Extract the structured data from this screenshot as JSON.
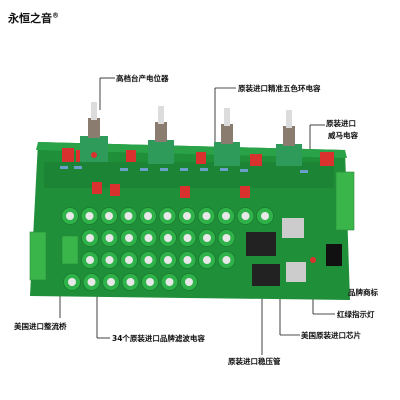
{
  "brand": {
    "name": "永恒之音",
    "mark": "®"
  },
  "labels": {
    "pot": "高档台产电位器",
    "cap_import": "原装进口精准五色环电容",
    "wima_line1": "原装进口",
    "wima_line2": "威马电容",
    "brand_logo": "品牌商标",
    "led": "红绿指示灯",
    "chip": "美国原装进口芯片",
    "rectifier": "美国进口整流桥",
    "filter_caps": "34个原装进口品牌滤波电容",
    "regulator": "原装进口稳压管"
  },
  "colors": {
    "pcb": "#1f8f3a",
    "pcb_dark": "#166b2b",
    "terminal": "#39b54a",
    "pot_body": "#2e9b5b",
    "cap_red": "#d9322e"
  }
}
